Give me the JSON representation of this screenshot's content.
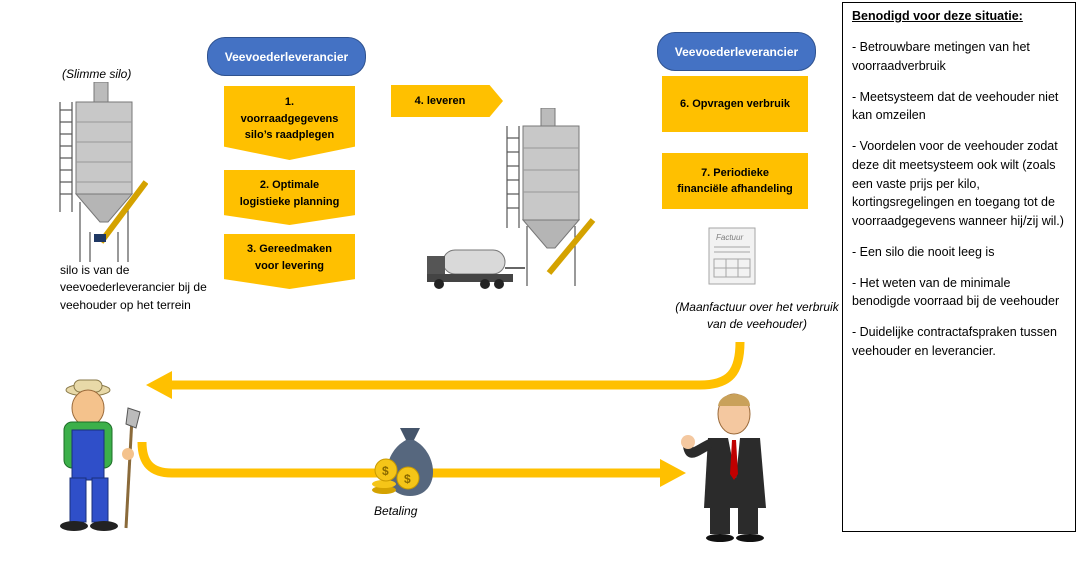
{
  "silo_label": "(Slimme silo)",
  "silo_caption": "silo is van de veevoederleverancier bij de veehouder op het terrein",
  "supplier_left": "Veevoederleverancier",
  "supplier_right": "Veevoederleverancier",
  "steps": {
    "s1": "1.\nvoorraadgegevens\nsilo’s raadplegen",
    "s2": "2. Optimale\nlogistieke planning",
    "s3": "3. Gereedmaken\nvoor levering",
    "s4": "4. leveren",
    "s6": "6. Opvragen verbruik",
    "s7": "7. Periodieke\nfinanciële afhandeling"
  },
  "invoice_icon_text": "Factuur",
  "invoice_caption": "(Maanfactuur over het verbruik van de veehouder)",
  "payment_label": "Betaling",
  "panel": {
    "title": "Benodigd voor deze situatie:",
    "items": [
      "- Betrouwbare metingen van het voorraadverbruik",
      "- Meetsysteem dat de veehouder niet kan omzeilen",
      "- Voordelen voor de veehouder zodat deze dit meetsysteem ook wilt (zoals een vaste prijs per kilo, kortingsregelingen en toegang tot de voorraadgegevens wanneer hij/zij wil.)",
      "- Een silo die nooit leeg is",
      "- Het weten van de minimale benodigde voorraad bij de veehouder",
      "- Duidelijke contractafspraken tussen veehouder en leverancier."
    ]
  },
  "colors": {
    "arrow": "#ffc000",
    "pill": "#4472c4",
    "step": "#ffc000"
  }
}
